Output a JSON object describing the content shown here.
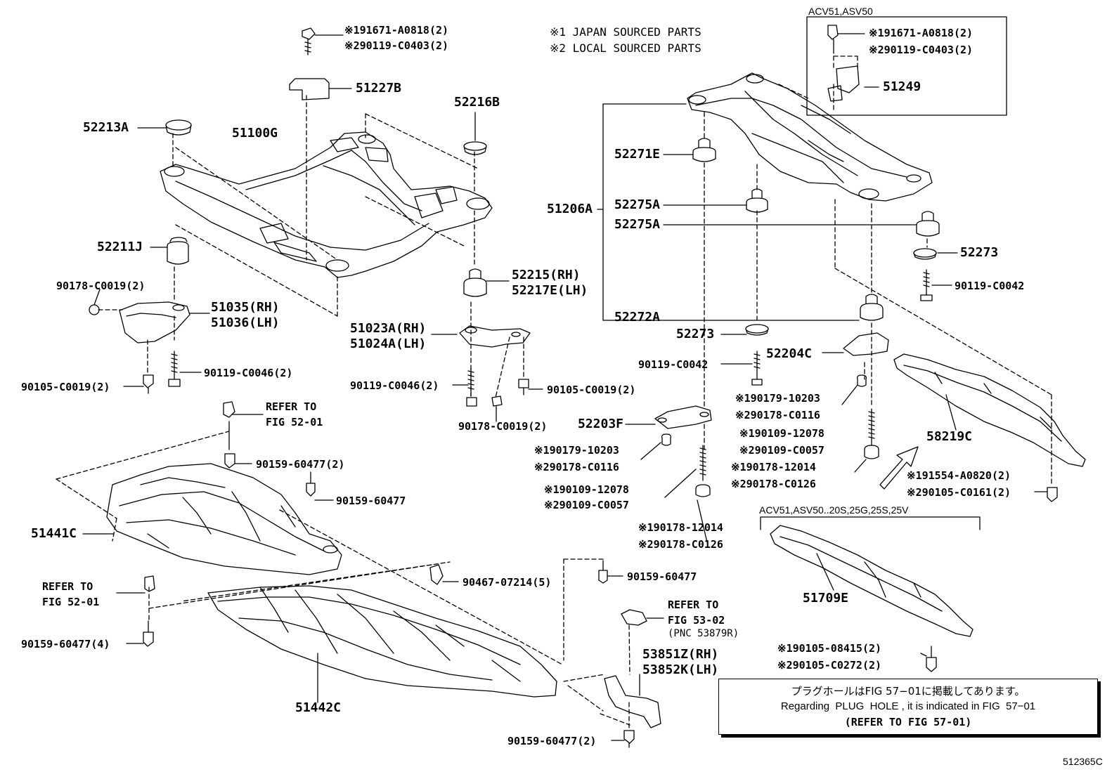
{
  "legend": {
    "line1": "※1 JAPAN SOURCED PARTS",
    "line2": "※2 LOCAL SOURCED PARTS"
  },
  "inset_top_title": "ACV51,ASV50",
  "inset_bottom_title": "ACV51,ASV50..20S,25G,25S,25V",
  "drawing_number": "512365C",
  "note": {
    "jp": "プラグホールはFIG 57−01に掲載してあります。",
    "en": "Regarding  PLUG  HOLE , it is indicated in FIG  57−01",
    "ref": "(REFER TO FIG 57-01)"
  },
  "parts": {
    "p52213A": "52213A",
    "p51100G": "51100G",
    "p52216B": "52216B",
    "p51227B": "51227B",
    "top_bolt_1": "※191671-A0818(2)",
    "top_bolt_2": "※290119-C0403(2)",
    "p52211J": "52211J",
    "p90178_l": "90178-C0019(2)",
    "p51035": "51035(RH)",
    "p51036": "51036(LH)",
    "p52215": "52215(RH)",
    "p52217E": "52217E(LH)",
    "p51023A": "51023A(RH)",
    "p51024A": "51024A(LH)",
    "p90105_l": "90105-C0019(2)",
    "p90119_l": "90119-C0046(2)",
    "p90119_m": "90119-C0046(2)",
    "p90105_m": "90105-C0019(2)",
    "p90178_m": "90178-C0019(2)",
    "refer_1": "REFER TO",
    "refer_1b": "FIG 52-01",
    "p90159_a": "90159-60477(2)",
    "p90159_b": "90159-60477",
    "p51441C": "51441C",
    "refer_2": "REFER TO",
    "refer_2b": "FIG 52-01",
    "p90467": "90467-07214(5)",
    "p90159_c": "90159-60477",
    "p90159_d": "90159-60477(4)",
    "refer_3": "REFER TO",
    "refer_3b": "FIG 53-02",
    "refer_3c": "(PNC 53879R)",
    "p53851Z": "53851Z(RH)",
    "p53852K": "53852K(LH)",
    "p51442C": "51442C",
    "p90159_e": "90159-60477(2)",
    "p52271E": "52271E",
    "p52275A_1": "52275A",
    "p52275A_2": "52275A",
    "p51206A": "51206A",
    "p52273_r": "52273",
    "p90119_r": "90119-C0042",
    "p52272A": "52272A",
    "p52273_m": "52273",
    "p90119_c": "90119-C0042",
    "p52204C": "52204C",
    "ins_bolt_1": "※191671-A0818(2)",
    "ins_bolt_2": "※290119-C0403(2)",
    "p51249": "51249",
    "a1": "※190179-10203",
    "a2": "※290178-C0116",
    "a3": "※190109-12078",
    "a4": "※290109-C0057",
    "p52203F": "52203F",
    "b1": "※190179-10203",
    "b2": "※290178-C0116",
    "c1": "※190178-12014",
    "c2": "※290178-C0126",
    "d1": "※190109-12078",
    "d2": "※290109-C0057",
    "e1": "※190178-12014",
    "e2": "※290178-C0126",
    "p58219C": "58219C",
    "f1": "※191554-A0820(2)",
    "f2": "※290105-C0161(2)",
    "p51709E": "51709E",
    "g1": "※190105-08415(2)",
    "g2": "※290105-C0272(2)"
  }
}
